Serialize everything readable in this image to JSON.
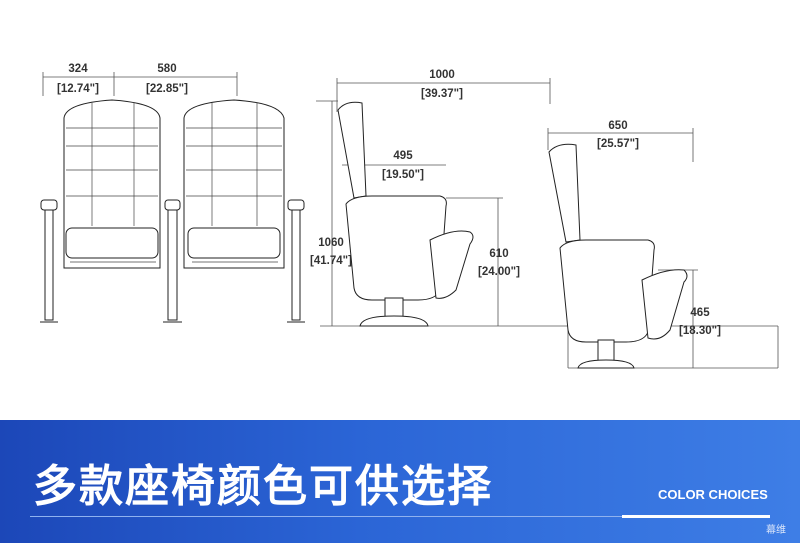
{
  "drawing": {
    "front_view": {
      "arm_width": {
        "mm": "324",
        "inch": "[12.74\"]"
      },
      "seat_spacing": {
        "mm": "580",
        "inch": "[22.85\"]"
      }
    },
    "side_view": {
      "depth": {
        "mm": "1000",
        "inch": "[39.37\"]"
      },
      "back_offset": {
        "mm": "495",
        "inch": "[19.50\"]"
      },
      "height": {
        "mm": "1060",
        "inch": "[41.74\"]"
      },
      "arm_height": {
        "mm": "610",
        "inch": "[24.00\"]"
      }
    },
    "folded_view": {
      "depth": {
        "mm": "650",
        "inch": "[25.57\"]"
      },
      "seat_height": {
        "mm": "465",
        "inch": "[18.30\"]"
      }
    }
  },
  "banner": {
    "title": "多款座椅颜色可供选择",
    "subtitle": "COLOR CHOICES",
    "watermark": "幕维"
  },
  "colors": {
    "banner_start": "#1c47b8",
    "banner_end": "#3e7ee6",
    "line": "#222222",
    "text": "#333333"
  }
}
